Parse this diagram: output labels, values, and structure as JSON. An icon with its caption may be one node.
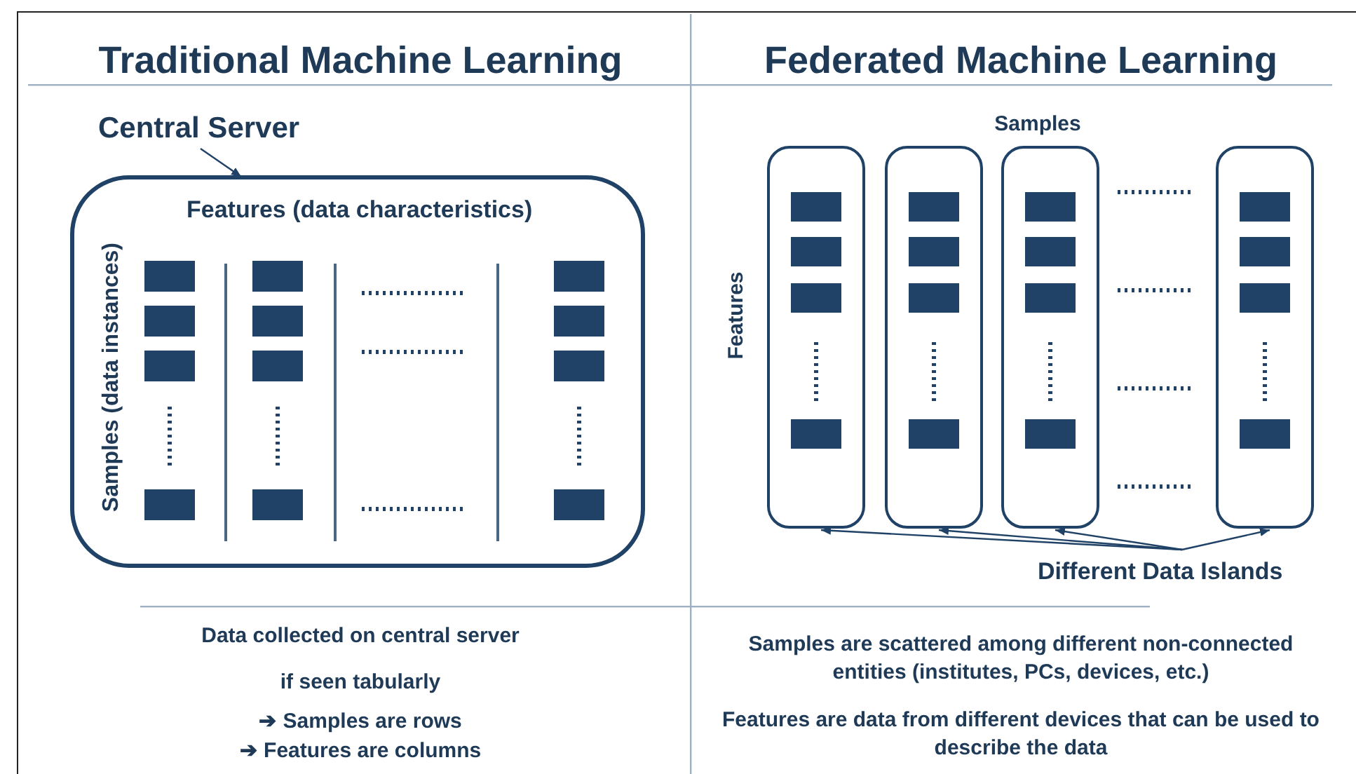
{
  "diagram": {
    "nodes": [
      {
        "text": [
          "Central Server"
        ]
      },
      {
        "text": [
          "Features (data characteristics)",
          "Samples (data instances)"
        ]
      },
      {
        "text": [],
        "shape": "box"
      },
      {
        "text": [],
        "shape": "box"
      },
      {
        "text": [],
        "shape": "box"
      },
      {
        "text": [],
        "shape": "box"
      },
      {
        "text": [
          "Different Data Islands"
        ]
      }
    ],
    "edges": [
      {
        "from": 0,
        "to": 1,
        "arrow": "to"
      },
      {
        "from": 6,
        "to": 2,
        "arrow": "to"
      },
      {
        "from": 6,
        "to": 3,
        "arrow": "to"
      },
      {
        "from": 6,
        "to": 4,
        "arrow": "to"
      },
      {
        "from": 6,
        "to": 5,
        "arrow": "to"
      }
    ],
    "labels": [
      "Traditional Machine Learning",
      "Federated Machine Learning",
      "Samples",
      "Features",
      "Data collected on central server",
      "if seen tabularly",
      "➔ Samples are rows",
      "➔ Features are columns",
      "Samples are scattered among different non-connected entities (institutes, PCs, devices, etc.)",
      "Features are data from different devices that can be used to describe the data"
    ]
  }
}
